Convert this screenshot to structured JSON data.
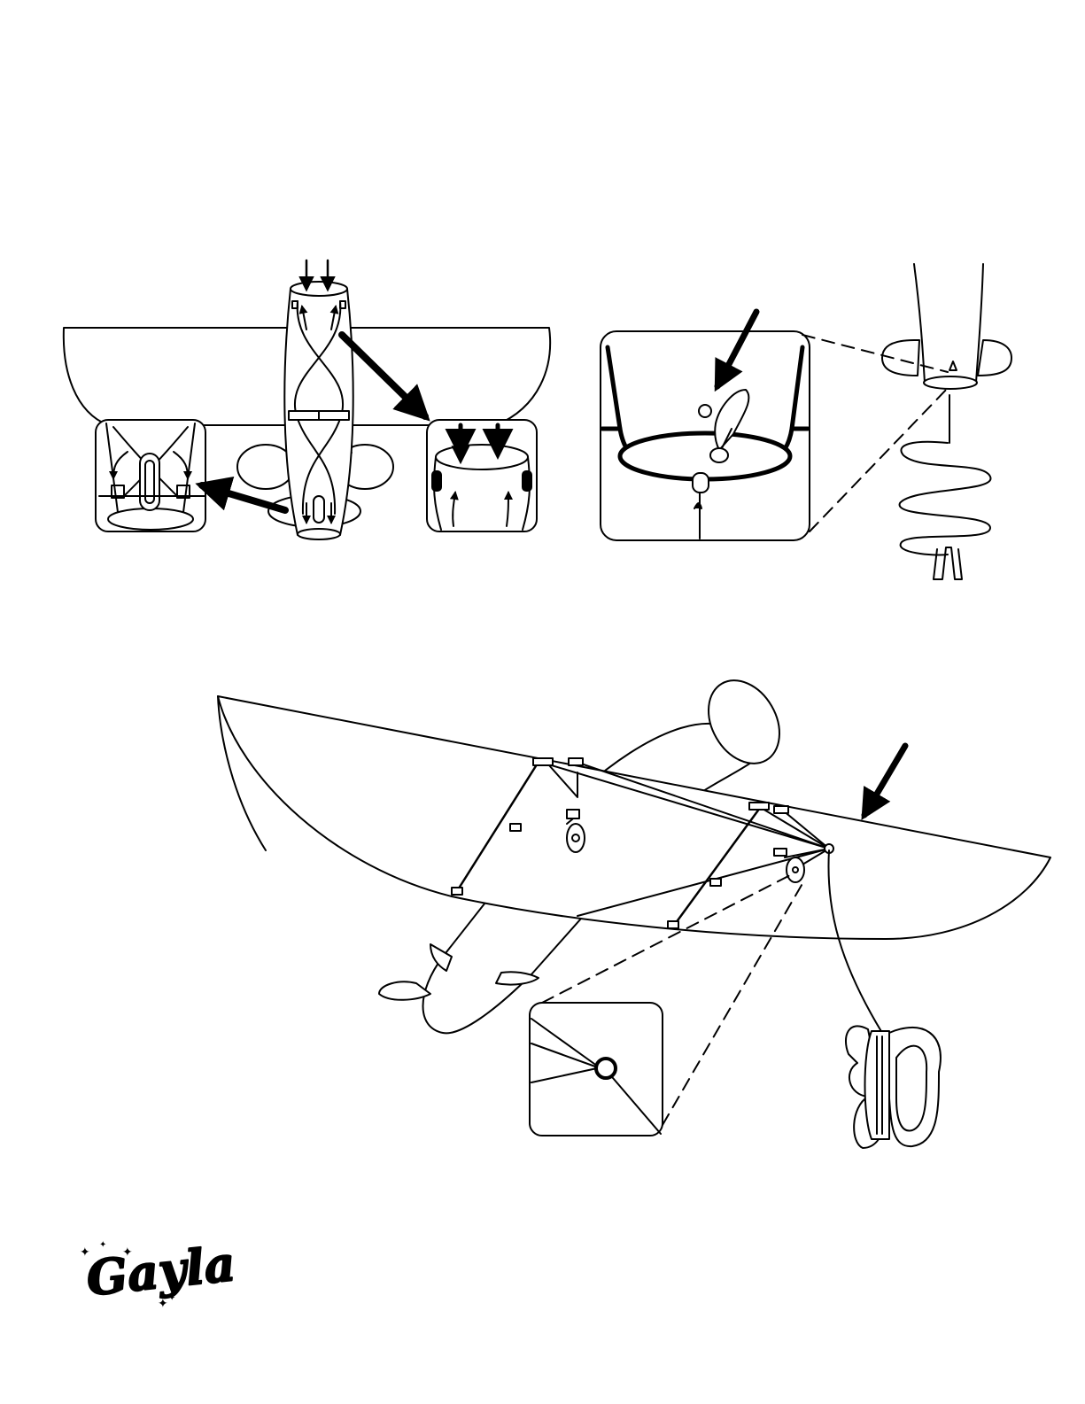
{
  "brand": {
    "logo_text": "Gayla"
  },
  "figures": {
    "top_left": "kite-body-assembly",
    "top_right": "tail-attachment",
    "bottom": "kite-in-flight-bridle"
  }
}
